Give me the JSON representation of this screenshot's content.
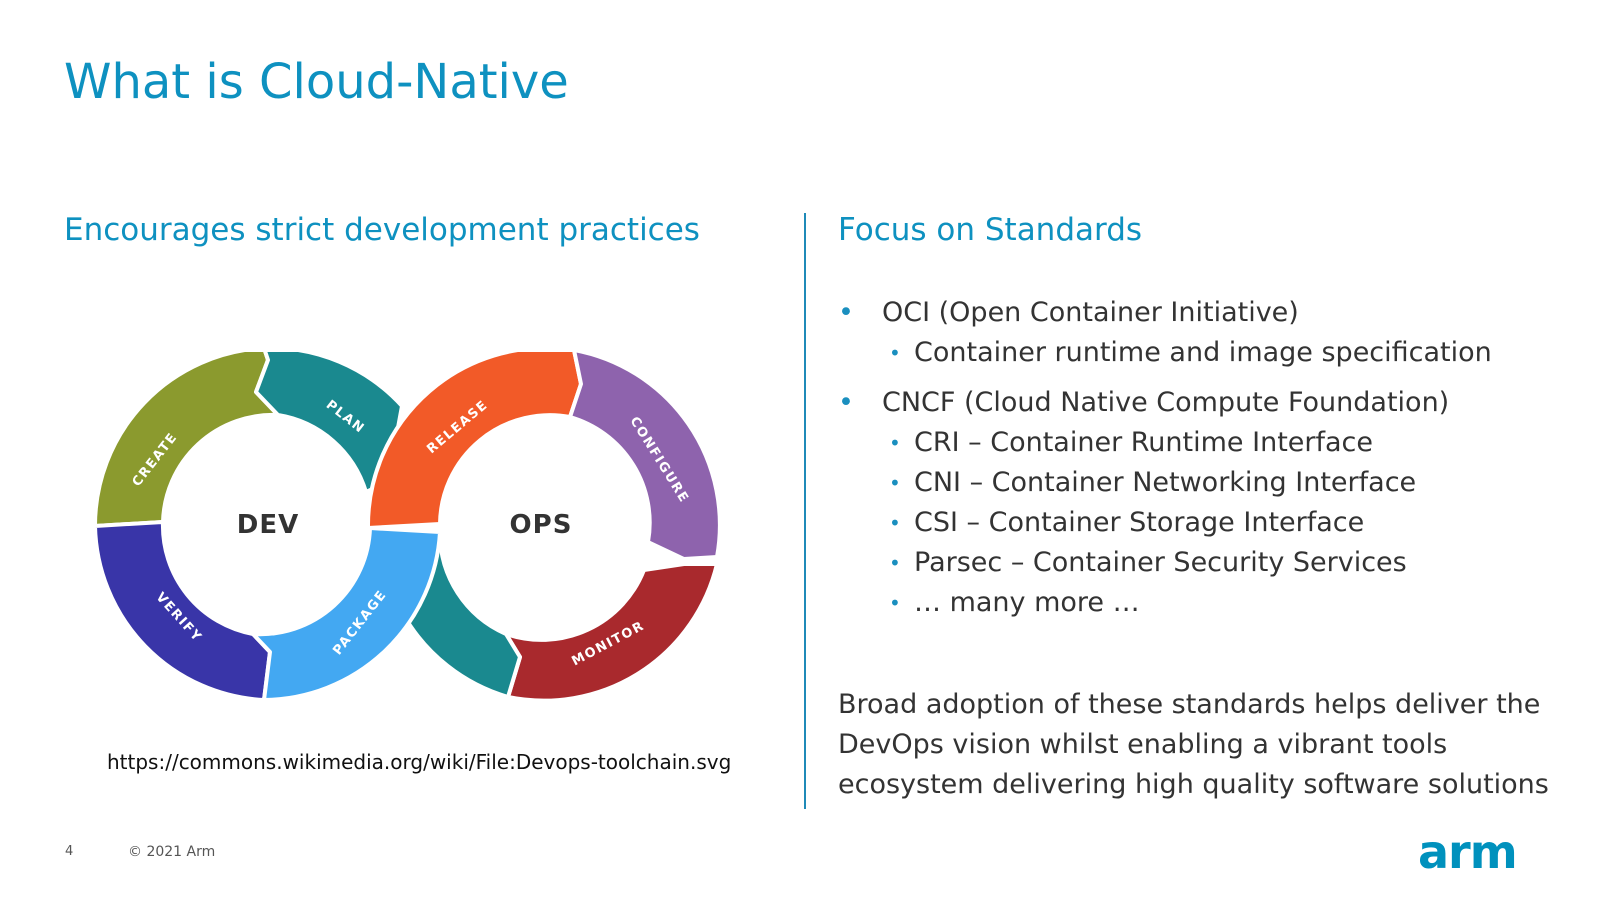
{
  "slide": {
    "title": "What is Cloud-Native",
    "page_number": "4",
    "copyright": "© 2021 Arm",
    "logo_text": "arm"
  },
  "left": {
    "heading": "Encourages strict development practices",
    "source_link": "https://commons.wikimedia.org/wiki/File:Devops-toolchain.svg",
    "diagram": {
      "dev_label": "DEV",
      "ops_label": "OPS",
      "segments": [
        {
          "label": "CREATE",
          "color": "#8b9a2e"
        },
        {
          "label": "PLAN",
          "color": "#1a898f"
        },
        {
          "label": "RELEASE",
          "color": "#f25a28"
        },
        {
          "label": "CONFIGURE",
          "color": "#8e63ad"
        },
        {
          "label": "MONITOR",
          "color": "#a9292d"
        },
        {
          "label": "PACKAGE",
          "color": "#43a8f2"
        },
        {
          "label": "VERIFY",
          "color": "#3935a8"
        }
      ],
      "connector_color": "#1a898f"
    }
  },
  "right": {
    "heading": "Focus on Standards",
    "items": [
      {
        "text": "OCI (Open Container Initiative)",
        "children": [
          "Container runtime and image specification"
        ]
      },
      {
        "text": "CNCF (Cloud Native Compute Foundation)",
        "children": [
          "CRI – Container Runtime Interface",
          "CNI – Container Networking Interface",
          "CSI – Container Storage Interface",
          "Parsec – Container Security Services",
          "… many more …"
        ]
      }
    ],
    "summary_lines": [
      "Broad adoption of these standards helps deliver the",
      "DevOps vision whilst enabling a vibrant tools",
      "ecosystem delivering high quality software solutions"
    ]
  },
  "colors": {
    "accent": "#0e91c0",
    "divider": "#1f8ab8",
    "body_text": "#333333",
    "logo": "#0091bd"
  }
}
